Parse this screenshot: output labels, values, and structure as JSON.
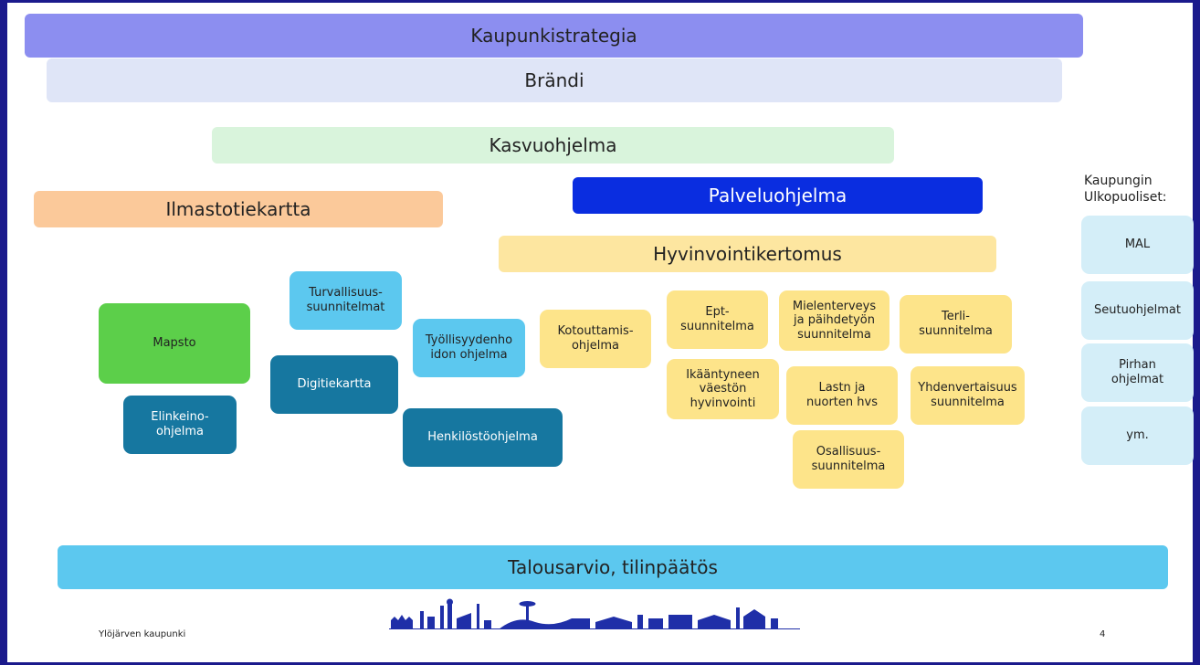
{
  "banners": {
    "kaupunkistrategia": "Kaupunkistrategia",
    "brandi": "Brändi",
    "kasvuohjelma": "Kasvuohjelma",
    "ilmastotiekartta": "Ilmastotiekartta",
    "palveluohjelma": "Palveluohjelma",
    "hyvinvointikertomus": "Hyvinvointikertomus",
    "talousarvio": "Talousarvio, tilinpäätös"
  },
  "programs": {
    "mapsto": "Mapsto",
    "elinkeino": "Elinkeino-\nohjelma",
    "turvallisuus": "Turvallisuus-\nsuunnitelmat",
    "digitiekartta": "Digitiekartta",
    "tyollisyys": "Työllisyydenho\nidon ohjelma",
    "henkilosto": "Henkilöstöohjelma",
    "kotouttamis": "Kotouttamis-\nohjelma",
    "ept": "Ept-\nsuunnitelma",
    "mielenterveys": "Mielenterveys\nja päihdetyön\nsuunnitelma",
    "terli": "Terli-\nsuunnitelma",
    "ikaantyneen": "Ikääntyneen\nväestön\nhyvinvointi",
    "lastn": "Lastn ja\nnuorten hvs",
    "yhdenvertaisuus": "Yhdenvertaisuus\nsuunnitelma",
    "osallisuus": "Osallisuus-\nsuunnitelma"
  },
  "external": {
    "heading": "Kaupungin\nUlkopuoliset:",
    "items": [
      "MAL",
      "Seutuohjelmat",
      "Pirhan\nohjelmat",
      "ym."
    ]
  },
  "footer": {
    "city": "Ylöjärven kaupunki",
    "page_number": "4"
  },
  "colors": {
    "background": "#1b1a8c",
    "strategia": "#8c8ef0",
    "brandi": "#dfe5f7",
    "kasvu": "#d9f4dc",
    "ilmasto": "#fbc99a",
    "palvelu": "#0a2de0",
    "hyvinvointi": "#fde6a0",
    "talous": "#5cc8ef",
    "mapsto": "#5ccf4a",
    "teal": "#1677a0",
    "light_blue": "#5cc8ef",
    "yellow": "#fde48a",
    "pale_blue": "#d4eef8"
  }
}
